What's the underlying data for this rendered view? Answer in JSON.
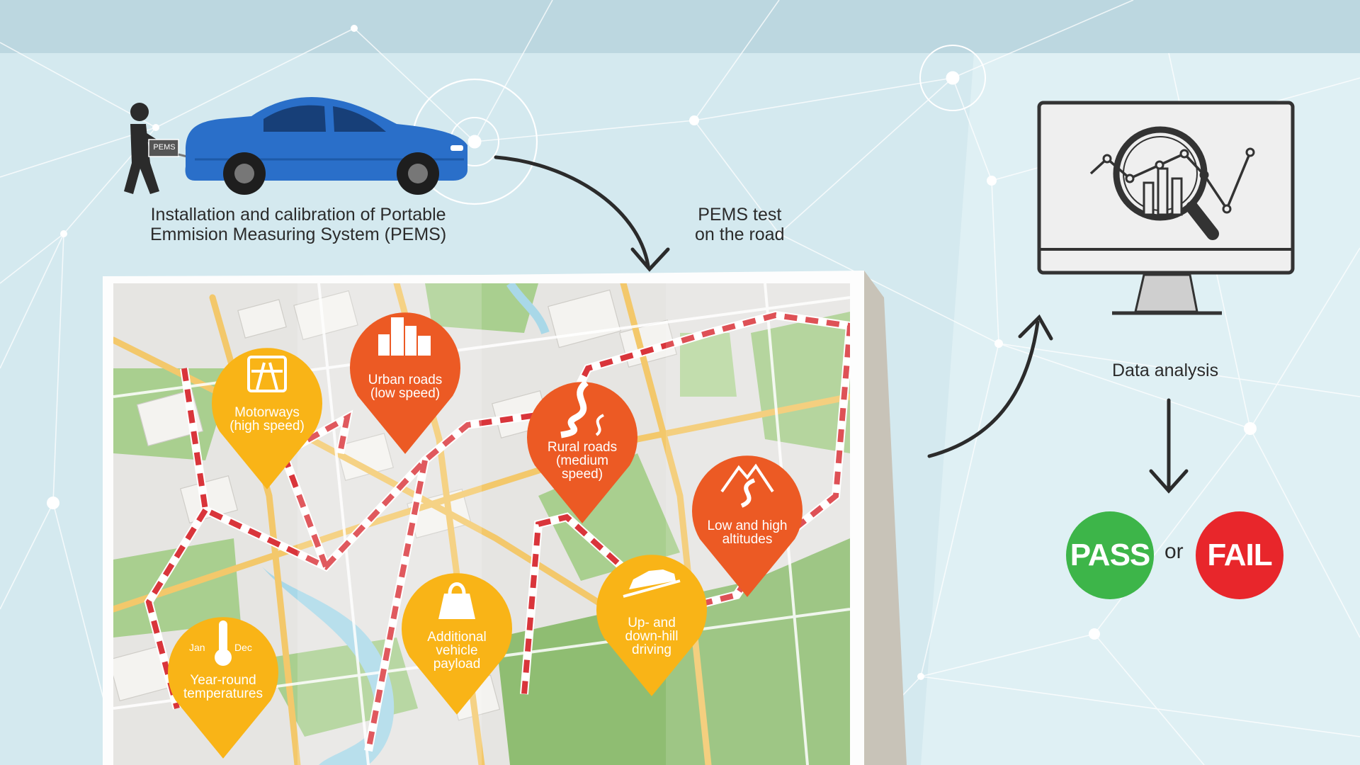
{
  "steps": {
    "install": {
      "line1": "Installation and calibration of Portable",
      "line2": "Emmision Measuring System (PEMS)",
      "device_label": "PEMS"
    },
    "road_test": {
      "line1": "PEMS test",
      "line2": "on the road"
    },
    "analysis": {
      "label": "Data analysis"
    }
  },
  "conditions": [
    {
      "id": "motorways",
      "text": "Motorways\n(high speed)",
      "color": "#f9b417",
      "icon": "motorway-icon"
    },
    {
      "id": "urban",
      "text": "Urban roads\n(low speed)",
      "color": "#ec5a24",
      "icon": "city-buildings-icon"
    },
    {
      "id": "rural",
      "text": "Rural roads\n(medium\nspeed)",
      "color": "#ec5a24",
      "icon": "winding-road-icon"
    },
    {
      "id": "altitudes",
      "text": "Low and high\naltitudes",
      "color": "#ec5a24",
      "icon": "mountain-road-icon"
    },
    {
      "id": "payload",
      "text": "Additional\nvehicle\npayload",
      "color": "#f9b417",
      "icon": "weight-icon"
    },
    {
      "id": "hill",
      "text": "Up- and\ndown-hill\ndriving",
      "color": "#f9b417",
      "icon": "car-incline-icon"
    },
    {
      "id": "temperature",
      "text": "Year-round\ntemperatures",
      "color": "#f9b417",
      "icon": "thermometer-icon",
      "months": [
        "Jan",
        "Dec"
      ]
    }
  ],
  "result": {
    "pass": "PASS",
    "or": "or",
    "fail": "FAIL",
    "pass_color": "#3db549",
    "fail_color": "#e8262b"
  },
  "colors": {
    "car": "#2a6fc9",
    "route": "#d9353b",
    "map_green": "#a9cf8f",
    "map_road": "#f3c86b"
  }
}
